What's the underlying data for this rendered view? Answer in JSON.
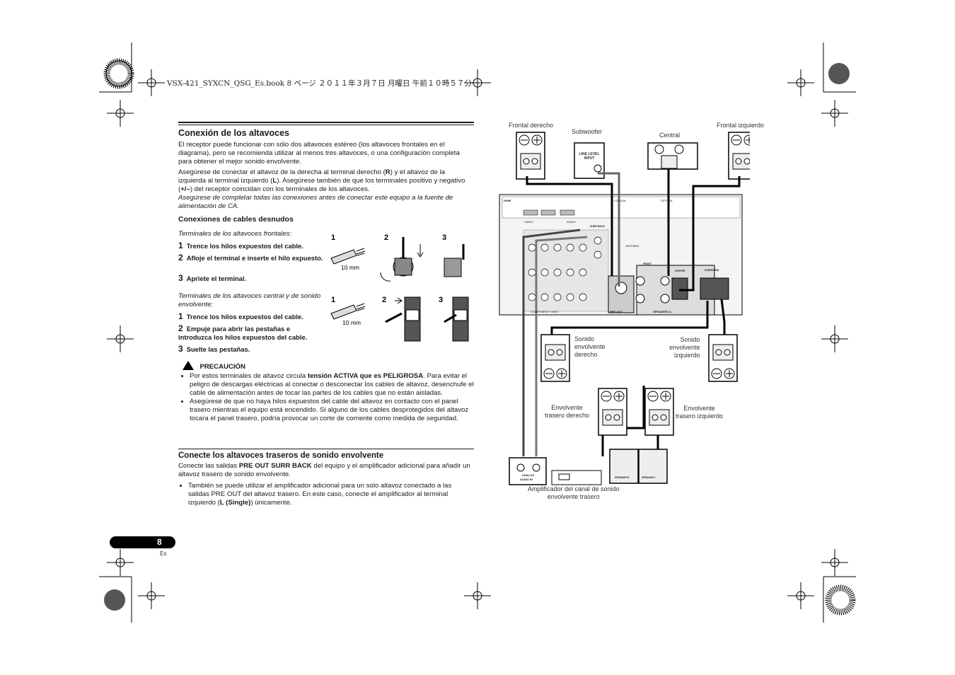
{
  "header": "VSX-421_SYXCN_QSG_Es.book  8 ページ  ２０１１年３月７日  月曜日  午前１０時５７分",
  "section1": {
    "title": "Conexión de los altavoces",
    "p1": "El receptor puede funcionar con sólo dos altavoces estéreo (los altavoces frontales en el diagrama), pero se recomienda utilizar al menos tres altavoces, o una configuración completa para obtener el mejor sonido envolvente.",
    "p2_a": "Asegúrese de conectar el altavoz de la derecha al terminal derecho (",
    "p2_r": "R",
    "p2_b": ") y el altavoz de la izquierda al terminal izquierdo (",
    "p2_l": "L",
    "p2_c": "). Asegúrese también de que los terminales positivo y negativo (",
    "p2_pm": "+/–",
    "p2_d": ") del receptor coincidan con los terminales de los altavoces.",
    "p3": "Asegúrese de completar todas las conexiones antes de conectar este equipo a la fuente de alimentación de CA."
  },
  "bare": {
    "title": "Conexiones de cables desnudos",
    "front_caption": "Terminales de los altavoces frontales:",
    "front_steps": [
      {
        "n": "1",
        "text": "Trence los hilos expuestos del cable."
      },
      {
        "n": "2",
        "text": "Afloje el terminal e inserte el hilo expuesto."
      },
      {
        "n": "3",
        "text": "Apriete el terminal."
      }
    ],
    "center_caption": "Terminales de los altavoces central y de sonido envolvente:",
    "center_steps": [
      {
        "n": "1",
        "text": "Trence los hilos expuestos del cable."
      },
      {
        "n": "2",
        "text": "Empuje para abrir las pestañas e introduzca los hilos expuestos del cable."
      },
      {
        "n": "3",
        "text": "Suelte las pestañas."
      }
    ],
    "fig_numbers": [
      "1",
      "2",
      "3"
    ],
    "mm": "10 mm",
    "caution_title": "PRECAUCIÓN",
    "caution1_a": "Por estos terminales de altavoz circula ",
    "caution1_b": "tensión ACTIVA que es PELIGROSA",
    "caution1_c": ". Para evitar el peligro de descargas eléctricas al conectar o desconectar los cables de altavoz, desenchufe el cable de alimentación antes de tocar las partes de los cables que no están aisladas.",
    "caution2": "Asegúrese de que no haya hilos expuestos del cable del altavoz en contacto con el panel trasero mientras el equipo está encendido. Si alguno de los cables desprotegidos del altavoz tocara el panel trasero, podría provocar un corte de corriente como medida de seguridad."
  },
  "section2": {
    "title": "Conecte los altavoces traseros de sonido envolvente",
    "p1_a": "Conecte las salidas ",
    "p1_b": "PRE OUT SURR BACK",
    "p1_c": " del equipo y el amplificador adicional para añadir un altavoz trasero de sonido envolvente.",
    "li_a": "También se puede utilizar el amplificador adicional para un solo altavoz conectado a las salidas PRE OUT del altavoz trasero. En este caso, conecte el amplificador al terminal izquierdo (",
    "li_b": "L (Single)",
    "li_c": ") únicamente."
  },
  "diagram": {
    "frontal_derecho": "Frontal derecho",
    "subwoofer": "Subwoofer",
    "central": "Central",
    "frontal_izquierdo": "Frontal izquierdo",
    "line_level_input": "LINE LEVEL INPUT",
    "sonido_derecho": "Sonido\nenvolvente\nderecho",
    "sonido_izquierdo": "Sonido\nenvolvente\nizquierdo",
    "trasero_derecho": "Envolvente\ntrasero derecho",
    "trasero_izquierdo": "Envolvente\ntrasero izquierdo",
    "amplificador": "Amplificador del canal de sonido\nenvolvente trasero",
    "hdmi": "HDMI",
    "video": "VIDEO",
    "audio": "AUDIO",
    "surr_back": "SURR BACK",
    "pre_out": "PRE OUT",
    "antenna": "ANTENNA",
    "front": "FRONT",
    "center": "CENTER",
    "surround": "SURROUND",
    "speakers_a": "SPEAKERS A",
    "component_video": "COMPONENT VIDEO",
    "coaxial": "COAXIAL",
    "optical": "OPTICAL",
    "analog": "ANALOG",
    "audio_in": "AUDIO IN",
    "speaker_r": "SPEAKER R",
    "speaker_l": "SPEAKER L"
  },
  "page": {
    "number": "8",
    "lang": "Es"
  }
}
